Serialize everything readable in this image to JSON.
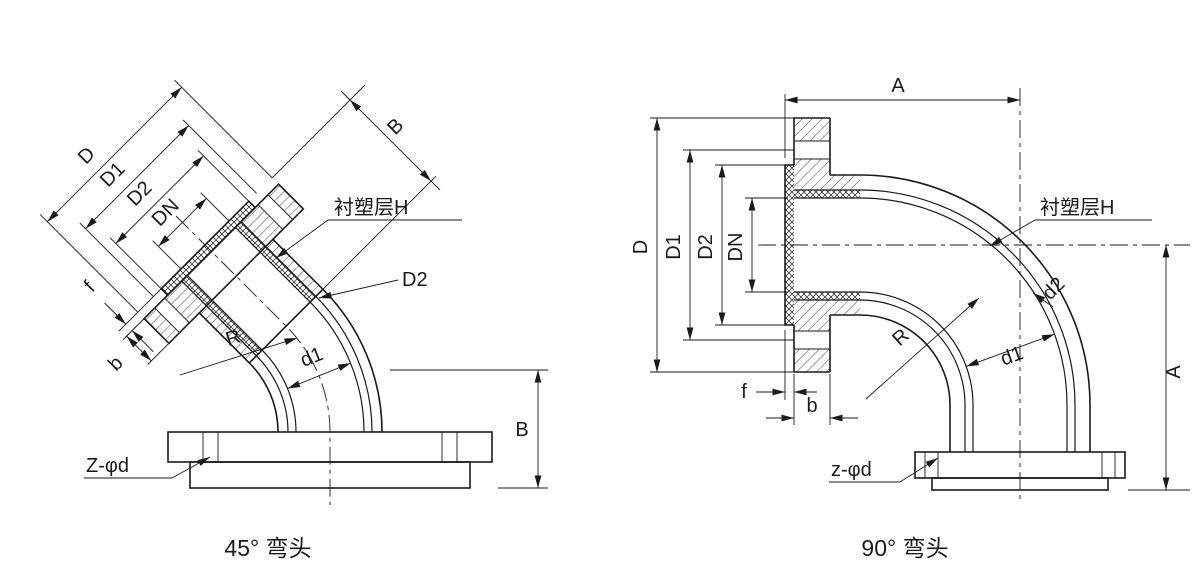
{
  "drawing": {
    "background": "#ffffff",
    "ink": "#1a1a1a",
    "views": {
      "left": {
        "caption": "45°  弯头",
        "labels": {
          "D": "D",
          "D1": "D1",
          "D2": "D2",
          "DN": "DN",
          "B_axial": "B",
          "B_height": "B",
          "lining": "衬塑层H",
          "lining_bore_ref": "D2",
          "R": "R",
          "d1": "d1",
          "f": "f",
          "b": "b",
          "bolt_holes": "Z-φd"
        }
      },
      "right": {
        "caption": "90°  弯头",
        "labels": {
          "A_top": "A",
          "A_side": "A",
          "D": "D",
          "D1": "D1",
          "D2": "D2",
          "DN": "DN",
          "lining": "衬塑层H",
          "d2": "d2",
          "R": "R",
          "d1": "d1",
          "f": "f",
          "b": "b",
          "bolt_holes": "z-φd"
        }
      }
    }
  }
}
